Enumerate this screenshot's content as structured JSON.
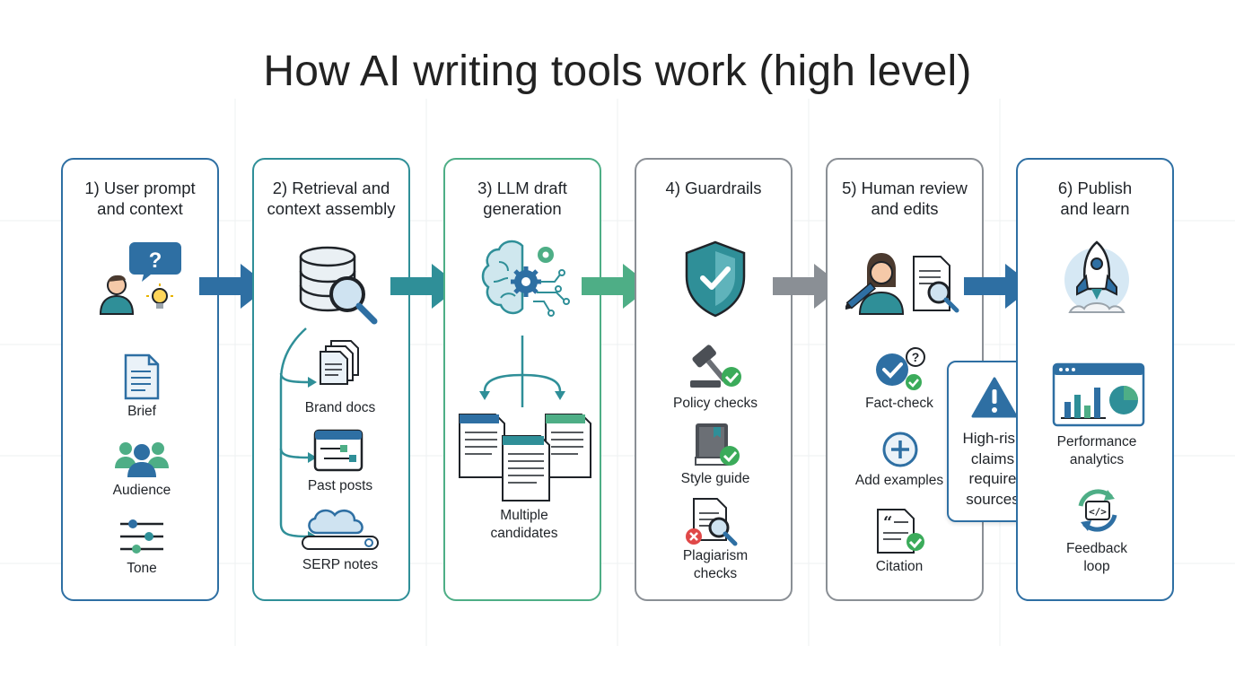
{
  "title": "How AI writing tools work (high level)",
  "colors": {
    "blue": "#2e6fa3",
    "teal": "#2f8f98",
    "green": "#4eae86",
    "gray": "#8a8f95",
    "check": "#3bab5a",
    "alert": "#e04848"
  },
  "stages": [
    {
      "title_line1": "1) User prompt",
      "title_line2": "and context",
      "items": [
        {
          "label": "Brief",
          "icon": "document-icon"
        },
        {
          "label": "Audience",
          "icon": "group-icon"
        },
        {
          "label": "Tone",
          "icon": "sliders-icon"
        }
      ]
    },
    {
      "title_line1": "2) Retrieval and",
      "title_line2": "context assembly",
      "items": [
        {
          "label": "Brand docs",
          "icon": "docs-stack-icon"
        },
        {
          "label": "Past posts",
          "icon": "browser-window-icon"
        },
        {
          "label": "SERP notes",
          "icon": "cloud-search-icon"
        }
      ]
    },
    {
      "title_line1": "3) LLM draft",
      "title_line2": "generation",
      "items": [
        {
          "label_line1": "Multiple",
          "label_line2": "candidates",
          "icon": "candidate-docs-icon"
        }
      ]
    },
    {
      "title_line1": "4) Guardrails",
      "title_line2": "",
      "items": [
        {
          "label": "Policy checks",
          "icon": "gavel-icon"
        },
        {
          "label": "Style guide",
          "icon": "book-icon"
        },
        {
          "label_line1": "Plagiarism",
          "label_line2": "checks",
          "icon": "doc-search-icon"
        }
      ]
    },
    {
      "title_line1": "5) Human review",
      "title_line2": "and edits",
      "items": [
        {
          "label": "Fact-check",
          "icon": "check-question-icon"
        },
        {
          "label": "Add examples",
          "icon": "plus-circle-icon"
        },
        {
          "label": "Citation",
          "icon": "quote-doc-icon"
        }
      ]
    },
    {
      "title_line1": "6) Publish",
      "title_line2": "and learn",
      "items": [
        {
          "label_line1": "Performance",
          "label_line2": "analytics",
          "icon": "dashboard-icon"
        },
        {
          "label_line1": "Feedback",
          "label_line2": "loop",
          "icon": "code-loop-icon"
        }
      ]
    }
  ],
  "callout": {
    "line1": "High-risk",
    "line2": "claims",
    "line3": "require",
    "line4": "sources",
    "icon": "warning-triangle-icon"
  }
}
